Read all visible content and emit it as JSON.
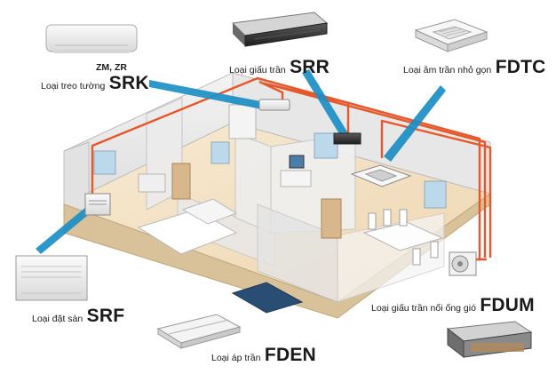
{
  "units": [
    {
      "id": "srk",
      "prefix": "Loại treo tường",
      "code": "SRK"
    },
    {
      "id": "srr",
      "prefix": "Loại giấu trần",
      "code": "SRR"
    },
    {
      "id": "fdtc",
      "prefix": "Loại âm trần nhỏ gọn",
      "code": "FDTC"
    },
    {
      "id": "srf",
      "prefix": "Loại đặt sàn",
      "code": "SRF"
    },
    {
      "id": "fdum",
      "prefix": "Loại giấu trần nối ống gió",
      "code": "FDUM"
    },
    {
      "id": "fden",
      "prefix": "Loại áp trần",
      "code": "FDEN"
    }
  ],
  "srk_models": "ZM, ZR",
  "colors": {
    "pipe": "#e8572a",
    "pointer": "#1b8fc4",
    "floor": "#f4e2c6",
    "wall": "#ececec",
    "unit": "#f2f2f2"
  }
}
